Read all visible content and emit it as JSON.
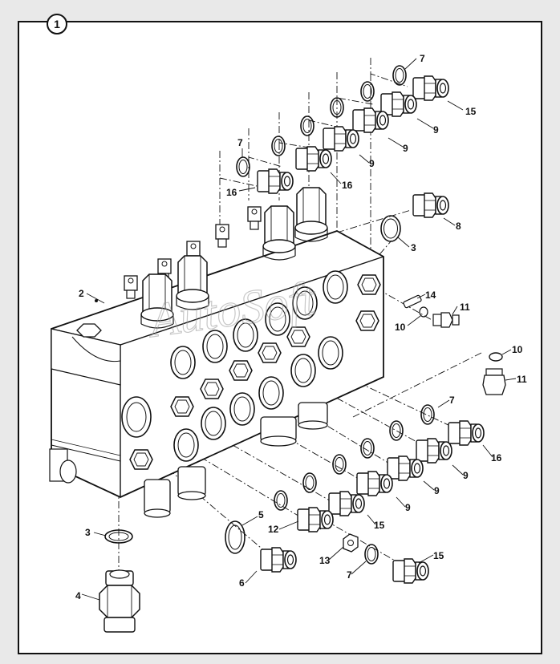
{
  "diagram": {
    "index_badge": "1",
    "watermark": "AutoSoft",
    "callouts": {
      "c1": "7",
      "c2": "15",
      "c3": "9",
      "c4": "9",
      "c5": "9",
      "c6": "7",
      "c7": "16",
      "c8": "16",
      "c9": "8",
      "c10": "3",
      "c11": "2",
      "c12": "14",
      "c13": "11",
      "c14": "10",
      "c15": "10",
      "c16": "11",
      "c17": "7",
      "c18": "16",
      "c19": "9",
      "c20": "9",
      "c21": "9",
      "c22": "15",
      "c23": "5",
      "c24": "12",
      "c25": "3",
      "c26": "6",
      "c27": "13",
      "c28": "15",
      "c29": "7",
      "c30": "4"
    }
  },
  "colors": {
    "line": "#111111",
    "frame_bg": "#ffffff",
    "page_bg": "#e9e9e9"
  }
}
